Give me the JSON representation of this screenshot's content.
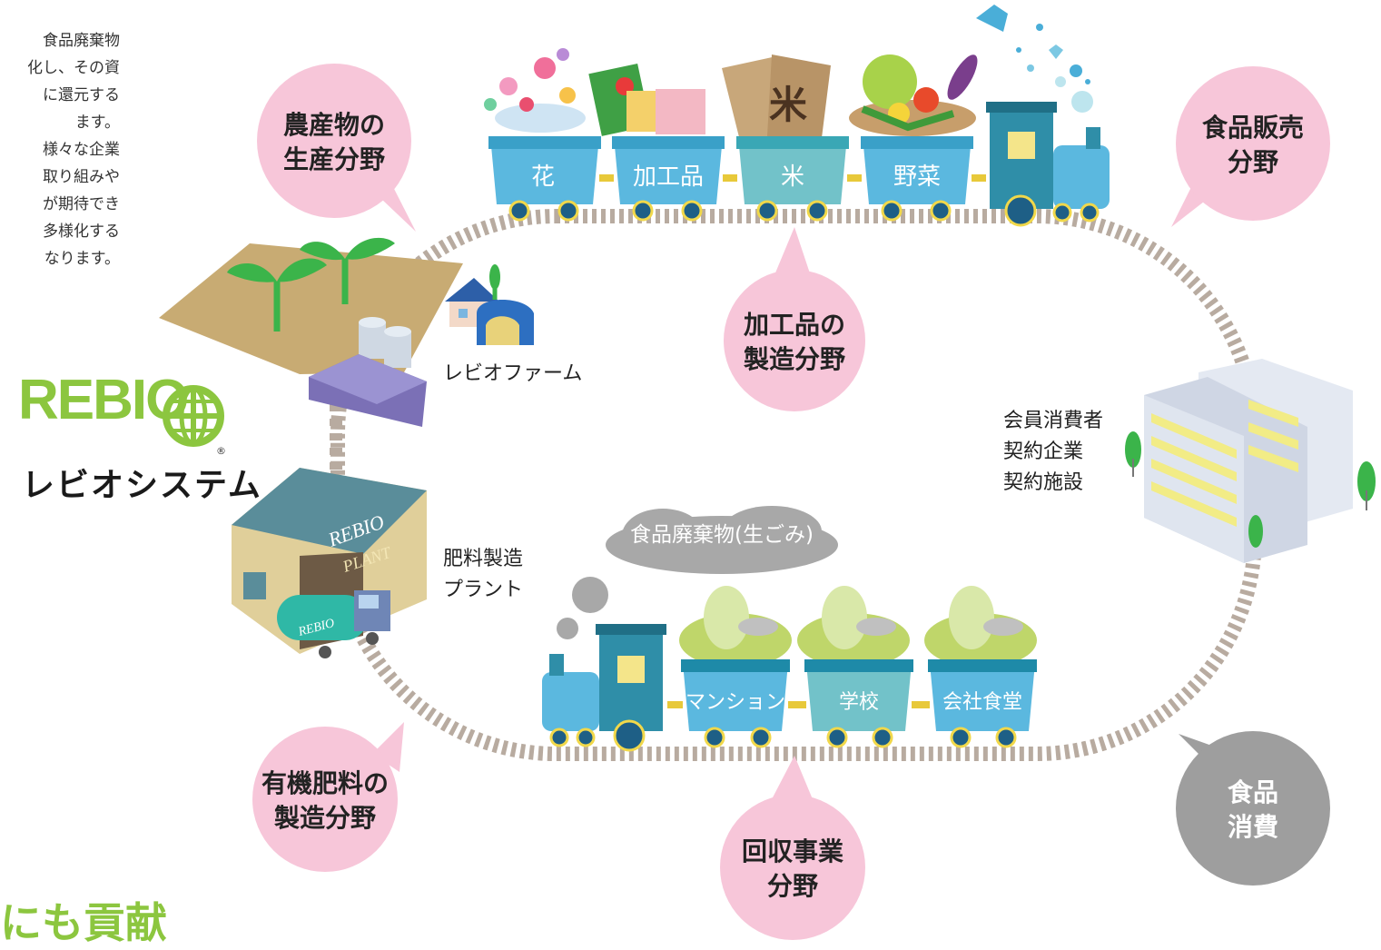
{
  "intro_lines": [
    "食品廃棄物",
    "化し、その資",
    "に還元する",
    "ます。",
    "様々な企業",
    "取り組みや",
    "が期待でき",
    "多様化する",
    "なります。"
  ],
  "heading_partial": "にも貢献",
  "logo": {
    "text": "REBIO",
    "subtitle": "レビオシステム",
    "registered_mark": "®",
    "brand_color": "#8cc63f"
  },
  "bubbles": {
    "agri": [
      "農産物の",
      "生産分野"
    ],
    "retail": [
      "食品販売",
      "分野"
    ],
    "processing": [
      "加工品の",
      "製造分野"
    ],
    "fertilizer": [
      "有機肥料の",
      "製造分野"
    ],
    "collection": [
      "回収事業",
      "分野"
    ],
    "consumption": [
      "食品",
      "消費"
    ]
  },
  "top_train_cars": [
    "花",
    "加工品",
    "米",
    "野菜"
  ],
  "bottom_train_cars": [
    "マンション",
    "学校",
    "会社食堂"
  ],
  "waste_cloud": "食品廃棄物(生ごみ)",
  "labels": {
    "farm": "レビオファーム",
    "plant": [
      "肥料製造",
      "プラント"
    ],
    "consumers": [
      "会員消費者",
      "契約企業",
      "契約施設"
    ],
    "plant_sign_1": "REBIO",
    "plant_sign_2": "PLANT",
    "truck_sign": "REBIO",
    "rice_char": "米"
  },
  "colors": {
    "pink_bubble": "#f7c6d9",
    "gray_bubble": "#9e9e9e",
    "car_blue": "#5bb8df",
    "car_teal": "#3aa7b5",
    "track": "#b8aba0",
    "accent_green": "#8cc63f"
  }
}
